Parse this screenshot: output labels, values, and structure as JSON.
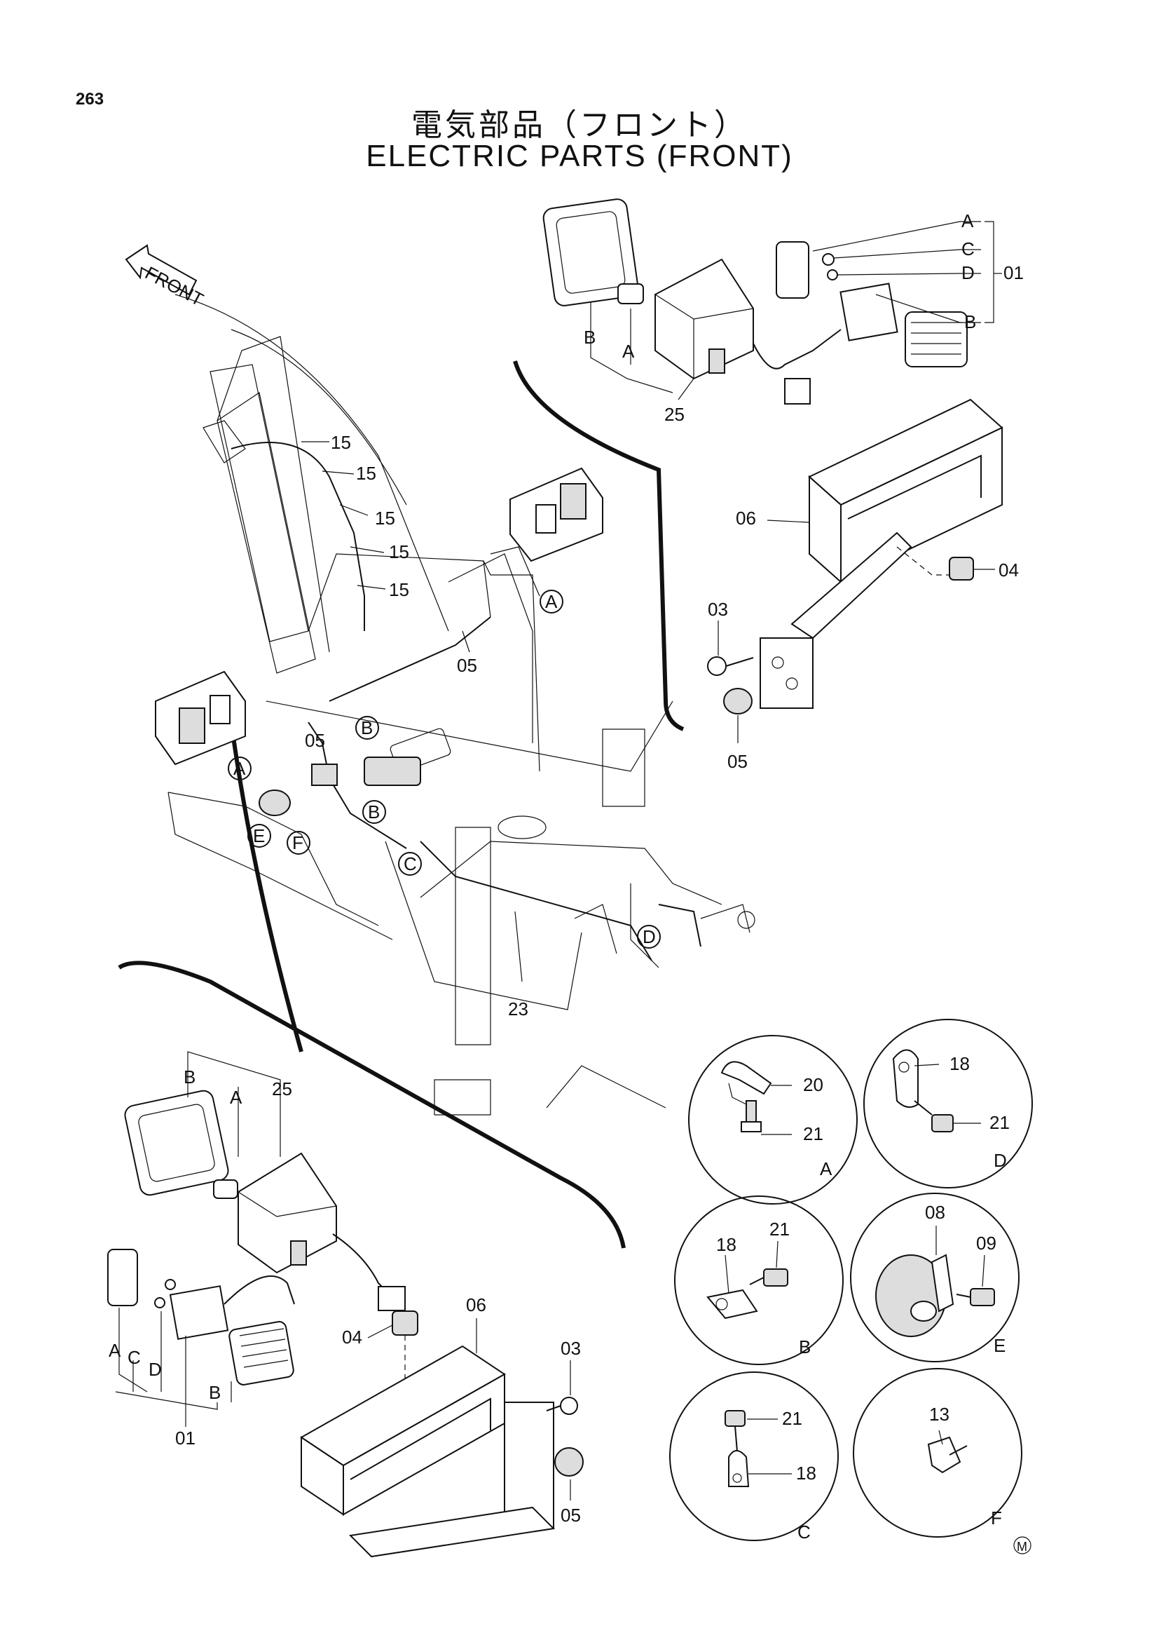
{
  "page_number": "263",
  "title_jp": "電気部品（フロント）",
  "title_en": "ELECTRIC PARTS (FRONT)",
  "direction_label": "FRONT",
  "mark": "M",
  "top_light_group": {
    "labels": [
      "A",
      "C",
      "D",
      "01",
      "B",
      "B",
      "A",
      "25"
    ]
  },
  "upper_bracket_group": {
    "labels": [
      "06",
      "04",
      "03",
      "05"
    ]
  },
  "harness_labels": [
    "15",
    "15",
    "15",
    "15",
    "15",
    "05",
    "05",
    "23"
  ],
  "detail_refs": [
    "A",
    "A",
    "B",
    "B",
    "C",
    "D",
    "E",
    "F"
  ],
  "lower_light_group": {
    "labels": [
      "B",
      "A",
      "25",
      "A",
      "C",
      "D",
      "B",
      "01",
      "04",
      "06",
      "03",
      "05"
    ]
  },
  "detail_circles": [
    {
      "id": "A",
      "parts": [
        "20",
        "21"
      ]
    },
    {
      "id": "D",
      "parts": [
        "18",
        "21"
      ]
    },
    {
      "id": "B",
      "parts": [
        "18",
        "21"
      ]
    },
    {
      "id": "E",
      "parts": [
        "08",
        "09"
      ]
    },
    {
      "id": "C",
      "parts": [
        "21",
        "18"
      ]
    },
    {
      "id": "F",
      "parts": [
        "13"
      ]
    }
  ]
}
